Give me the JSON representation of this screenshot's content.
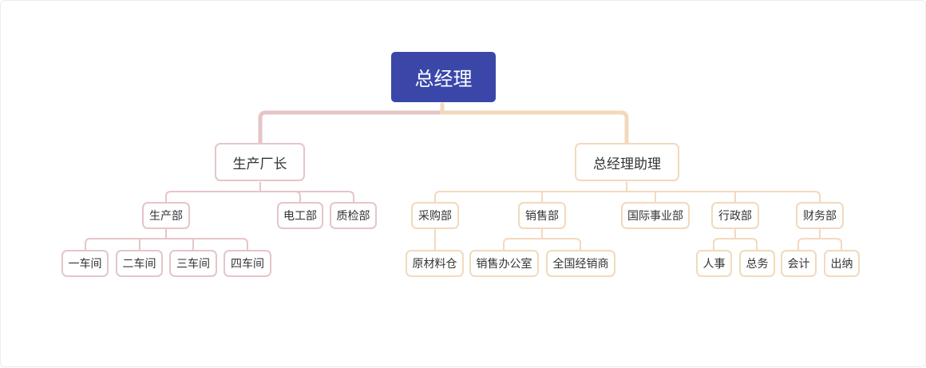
{
  "root": {
    "label": "总经理",
    "color": "#3a47a9"
  },
  "branch_colors": {
    "left": "#e6c5c7",
    "right": "#f3d9bc"
  },
  "left": {
    "label": "生产厂长",
    "production_dept": {
      "label": "生产部",
      "workshops": [
        "一车间",
        "二车间",
        "三车间",
        "四车间"
      ]
    },
    "electrical_dept": {
      "label": "电工部"
    },
    "qc_dept": {
      "label": "质检部"
    }
  },
  "right": {
    "label": "总经理助理",
    "purchasing_dept": {
      "label": "采购部",
      "children": [
        "原材料仓"
      ]
    },
    "sales_dept": {
      "label": "销售部",
      "children": [
        "销售办公室",
        "全国经销商"
      ]
    },
    "intl_dept": {
      "label": "国际事业部"
    },
    "admin_dept": {
      "label": "行政部",
      "children": [
        "人事",
        "总务"
      ]
    },
    "finance_dept": {
      "label": "财务部",
      "children": [
        "会计",
        "出纳"
      ]
    }
  }
}
